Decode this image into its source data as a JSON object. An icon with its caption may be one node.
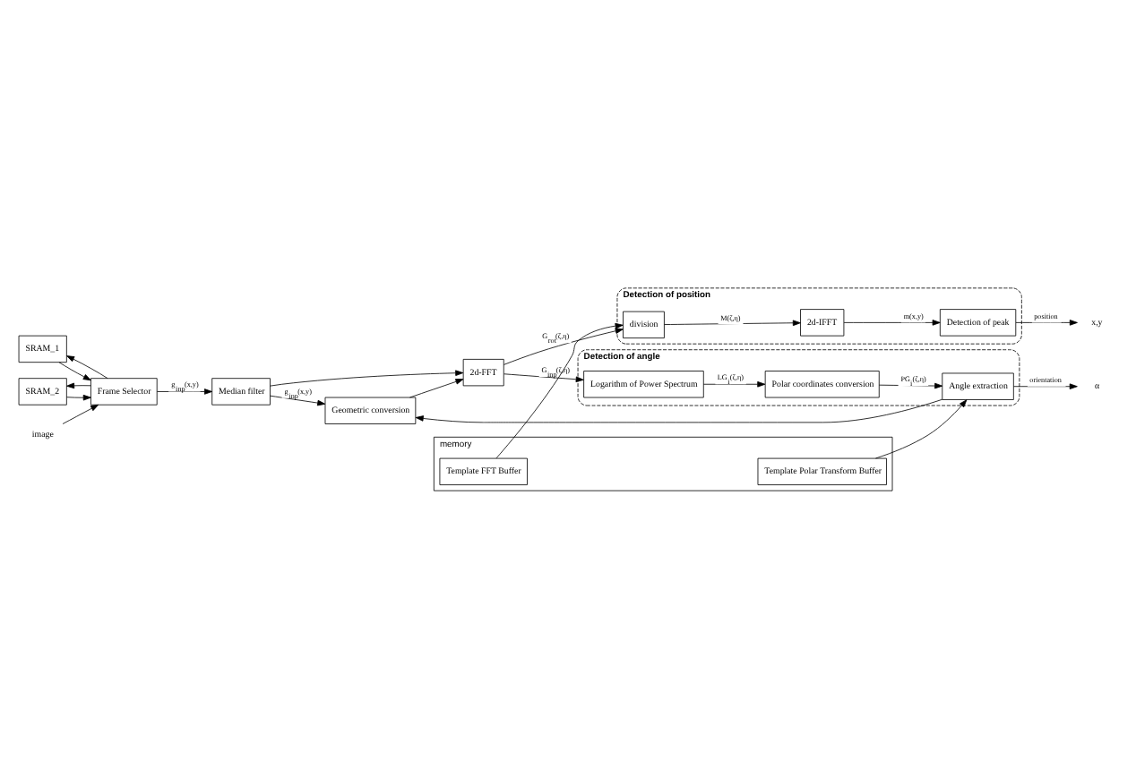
{
  "diagram": {
    "nodes": [
      {
        "text": [
          "SRAM_1"
        ]
      },
      {
        "text": [
          "SRAM_2"
        ]
      },
      {
        "text": [
          "image"
        ]
      },
      {
        "text": [
          "Frame Selector"
        ]
      },
      {
        "text": [
          "Median filter"
        ]
      },
      {
        "text": [
          "Geometric conversion"
        ]
      },
      {
        "text": [
          "2d-FFT"
        ]
      },
      {
        "text": [
          "Detection of angle"
        ]
      },
      {
        "text": [
          "Logarithm of Power Spectrum"
        ],
        "in": 7
      },
      {
        "text": [
          "Polar coordinates conversion"
        ],
        "in": 7
      },
      {
        "text": [
          "Angle extraction"
        ],
        "in": 7
      },
      {
        "text": [
          "α"
        ]
      },
      {
        "text": [
          "memory"
        ]
      },
      {
        "text": [
          "Template Polar Transform Buffer"
        ],
        "in": 12
      },
      {
        "text": [
          "Template FFT Buffer"
        ],
        "in": 12
      },
      {
        "text": [
          "Detection of position"
        ]
      },
      {
        "text": [
          "division"
        ],
        "in": 15
      },
      {
        "text": [
          "2d-IFFT"
        ],
        "in": 15
      },
      {
        "text": [
          "Detection of peak"
        ],
        "in": 15
      },
      {
        "text": [
          "x,y"
        ]
      }
    ],
    "edges": [
      {
        "from": 2,
        "to": 3,
        "arrow": "to"
      },
      {
        "from": 3,
        "to": 0,
        "arrow": "to"
      },
      {
        "from": 0,
        "to": 3,
        "arrow": "to"
      },
      {
        "from": 3,
        "to": 1,
        "arrow": "to"
      },
      {
        "from": 1,
        "to": 3,
        "arrow": "to"
      },
      {
        "from": 3,
        "to": 4,
        "arrow": "to",
        "label": "g$_{inp}$(x,y)"
      },
      {
        "from": 4,
        "to": 5,
        "arrow": "to",
        "label": "g$_{inp}$(x,y)"
      },
      {
        "from": 4,
        "to": 6,
        "arrow": "to"
      },
      {
        "from": 5,
        "to": 6,
        "arrow": "to"
      },
      {
        "from": 6,
        "to": 8,
        "arrow": "to",
        "label": "G$_{inp}$(ζ,η)"
      },
      {
        "from": 8,
        "to": 9,
        "arrow": "to",
        "label": "LG$_{i}$(ζ,η)"
      },
      {
        "from": 9,
        "to": 10,
        "arrow": "to",
        "label": "PG$_{i}$(ζ,η)"
      },
      {
        "from": 13,
        "to": 10,
        "arrow": "to"
      },
      {
        "from": 10,
        "to": 11,
        "arrow": "to",
        "label": "orientation"
      },
      {
        "from": 10,
        "to": 5,
        "arrow": "to"
      },
      {
        "from": 6,
        "to": 16,
        "arrow": "to",
        "label": "G$_{rot}$(ζ,η)"
      },
      {
        "from": 14,
        "to": 16,
        "arrow": "to"
      },
      {
        "from": 16,
        "to": 17,
        "arrow": "to",
        "label": "M(ζ,η)"
      },
      {
        "from": 17,
        "to": 18,
        "arrow": "to",
        "label": "m(x,y)"
      },
      {
        "from": 18,
        "to": 19,
        "arrow": "to",
        "label": "position"
      }
    ]
  }
}
